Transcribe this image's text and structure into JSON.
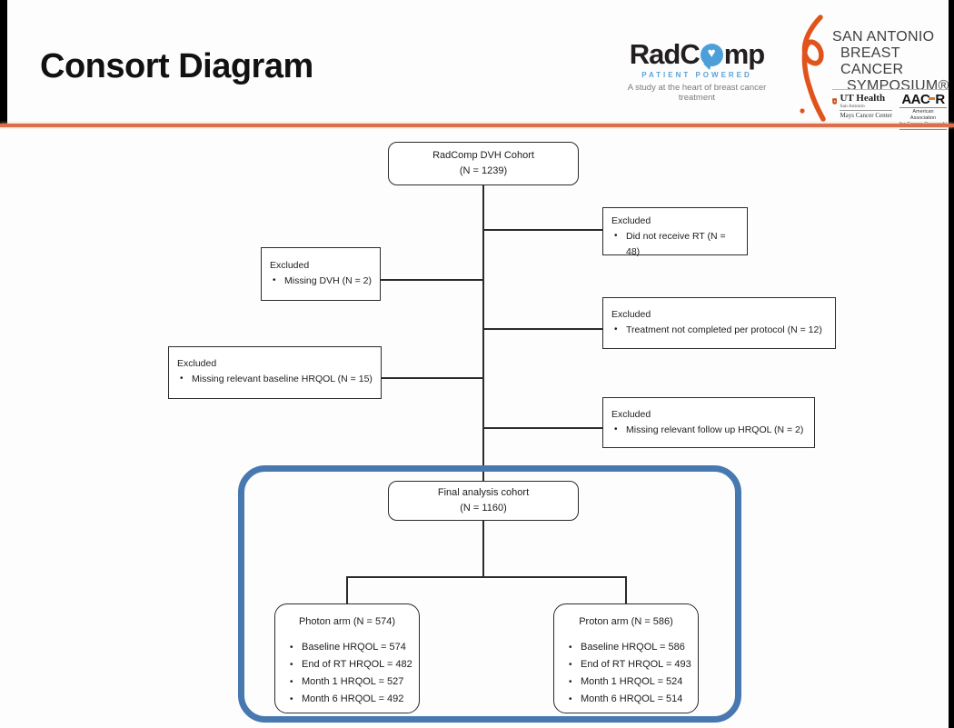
{
  "slide": {
    "title": "Consort Diagram"
  },
  "logos": {
    "radcomp": {
      "wordmark_pre": "RadC",
      "wordmark_post": "mp",
      "subtitle": "PATIENT POWERED",
      "tagline": "A study at the heart of breast cancer treatment"
    },
    "sabcs": {
      "line1": "SAN ANTONIO",
      "line2": "BREAST CANCER",
      "line3": "SYMPOSIUM®"
    },
    "uthealth": {
      "name": "UT Health",
      "campus": "San Antonio",
      "center": "Mays Cancer Center"
    },
    "aacr": {
      "wordmark_pre": "AAC",
      "wordmark_post": "R",
      "sub1": "American Association",
      "sub2": "for Cancer Research'"
    }
  },
  "colors": {
    "accent_line": "#d96f4c",
    "highlight_blue": "#4878b0",
    "radcomp_blue": "#4c9fd8",
    "ribbon_orange": "#e0541c",
    "box_border": "#2b2b2b"
  },
  "flowchart": {
    "top_box": {
      "line1": "RadComp DVH Cohort",
      "line2": "(N = 1239)"
    },
    "exclusions": [
      {
        "label": "Excluded",
        "item": "Did not receive RT (N = 48)"
      },
      {
        "label": "Excluded",
        "item": "Missing DVH (N = 2)"
      },
      {
        "label": "Excluded",
        "item": "Treatment not completed per protocol (N = 12)"
      },
      {
        "label": "Excluded",
        "item": "Missing relevant baseline HRQOL (N = 15)"
      },
      {
        "label": "Excluded",
        "item": "Missing relevant follow up HRQOL (N = 2)"
      }
    ],
    "final_box": {
      "line1": "Final analysis cohort",
      "line2": "(N = 1160)"
    },
    "arms": [
      {
        "title": "Photon arm (N = 574)",
        "items": [
          "Baseline HRQOL = 574",
          "End of RT HRQOL = 482",
          "Month 1 HRQOL = 527",
          "Month 6 HRQOL = 492"
        ]
      },
      {
        "title": "Proton arm (N = 586)",
        "items": [
          "Baseline HRQOL = 586",
          "End of RT HRQOL = 493",
          "Month 1 HRQOL = 524",
          "Month 6 HRQOL = 514"
        ]
      }
    ]
  }
}
